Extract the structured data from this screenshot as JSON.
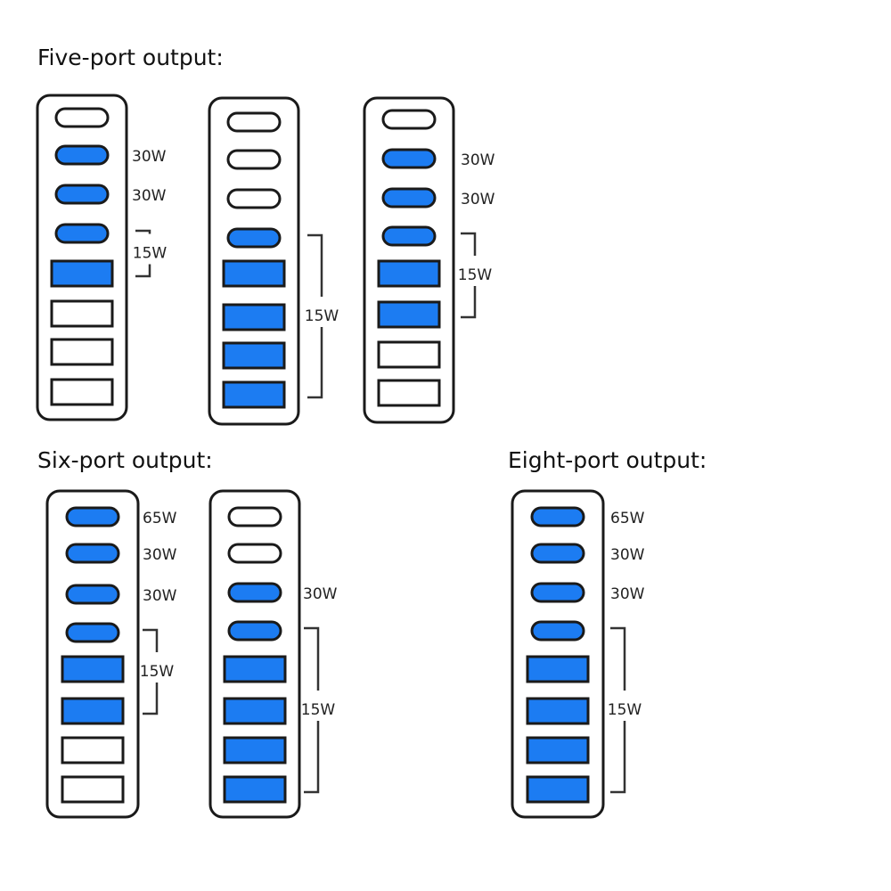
{
  "colors": {
    "active": "#1c7cf2",
    "outline": "#1a1a1a",
    "inactive": "#ffffff",
    "bracket": "#333333"
  },
  "sections": {
    "five": {
      "title": "Five-port output:"
    },
    "six": {
      "title": "Six-port output:"
    },
    "eight": {
      "title": "Eight-port output:"
    }
  },
  "chargers": [
    {
      "ports": [
        {
          "type": "c",
          "active": false
        },
        {
          "type": "c",
          "active": true
        },
        {
          "type": "c",
          "active": true
        },
        {
          "type": "c",
          "active": true
        },
        {
          "type": "a",
          "active": true
        },
        {
          "type": "a",
          "active": false
        },
        {
          "type": "a",
          "active": false
        },
        {
          "type": "a",
          "active": false
        }
      ],
      "labels": [
        {
          "port": 1,
          "text": "30W"
        },
        {
          "port": 2,
          "text": "30W"
        }
      ],
      "brackets": [
        {
          "from": 3,
          "to": 4,
          "text": "15W"
        }
      ]
    },
    {
      "ports": [
        {
          "type": "c",
          "active": false
        },
        {
          "type": "c",
          "active": false
        },
        {
          "type": "c",
          "active": false
        },
        {
          "type": "c",
          "active": true
        },
        {
          "type": "a",
          "active": true
        },
        {
          "type": "a",
          "active": true
        },
        {
          "type": "a",
          "active": true
        },
        {
          "type": "a",
          "active": true
        }
      ],
      "labels": [],
      "brackets": [
        {
          "from": 3,
          "to": 7,
          "text": "15W"
        }
      ]
    },
    {
      "ports": [
        {
          "type": "c",
          "active": false
        },
        {
          "type": "c",
          "active": true
        },
        {
          "type": "c",
          "active": true
        },
        {
          "type": "c",
          "active": true
        },
        {
          "type": "a",
          "active": true
        },
        {
          "type": "a",
          "active": true
        },
        {
          "type": "a",
          "active": false
        },
        {
          "type": "a",
          "active": false
        }
      ],
      "labels": [
        {
          "port": 1,
          "text": "30W"
        },
        {
          "port": 2,
          "text": "30W"
        }
      ],
      "brackets": [
        {
          "from": 3,
          "to": 5,
          "text": "15W"
        }
      ]
    },
    {
      "ports": [
        {
          "type": "c",
          "active": true
        },
        {
          "type": "c",
          "active": true
        },
        {
          "type": "c",
          "active": true
        },
        {
          "type": "c",
          "active": true
        },
        {
          "type": "a",
          "active": true
        },
        {
          "type": "a",
          "active": true
        },
        {
          "type": "a",
          "active": false
        },
        {
          "type": "a",
          "active": false
        }
      ],
      "labels": [
        {
          "port": 0,
          "text": "65W"
        },
        {
          "port": 1,
          "text": "30W"
        },
        {
          "port": 2,
          "text": "30W"
        }
      ],
      "brackets": [
        {
          "from": 3,
          "to": 5,
          "text": "15W"
        }
      ]
    },
    {
      "ports": [
        {
          "type": "c",
          "active": false
        },
        {
          "type": "c",
          "active": false
        },
        {
          "type": "c",
          "active": true
        },
        {
          "type": "c",
          "active": true
        },
        {
          "type": "a",
          "active": true
        },
        {
          "type": "a",
          "active": true
        },
        {
          "type": "a",
          "active": true
        },
        {
          "type": "a",
          "active": true
        }
      ],
      "labels": [
        {
          "port": 2,
          "text": "30W"
        }
      ],
      "brackets": [
        {
          "from": 3,
          "to": 7,
          "text": "15W"
        }
      ]
    },
    {
      "ports": [
        {
          "type": "c",
          "active": true
        },
        {
          "type": "c",
          "active": true
        },
        {
          "type": "c",
          "active": true
        },
        {
          "type": "c",
          "active": true
        },
        {
          "type": "a",
          "active": true
        },
        {
          "type": "a",
          "active": true
        },
        {
          "type": "a",
          "active": true
        },
        {
          "type": "a",
          "active": true
        }
      ],
      "labels": [
        {
          "port": 0,
          "text": "65W"
        },
        {
          "port": 1,
          "text": "30W"
        },
        {
          "port": 2,
          "text": "30W"
        }
      ],
      "brackets": [
        {
          "from": 3,
          "to": 7,
          "text": "15W"
        }
      ]
    }
  ]
}
